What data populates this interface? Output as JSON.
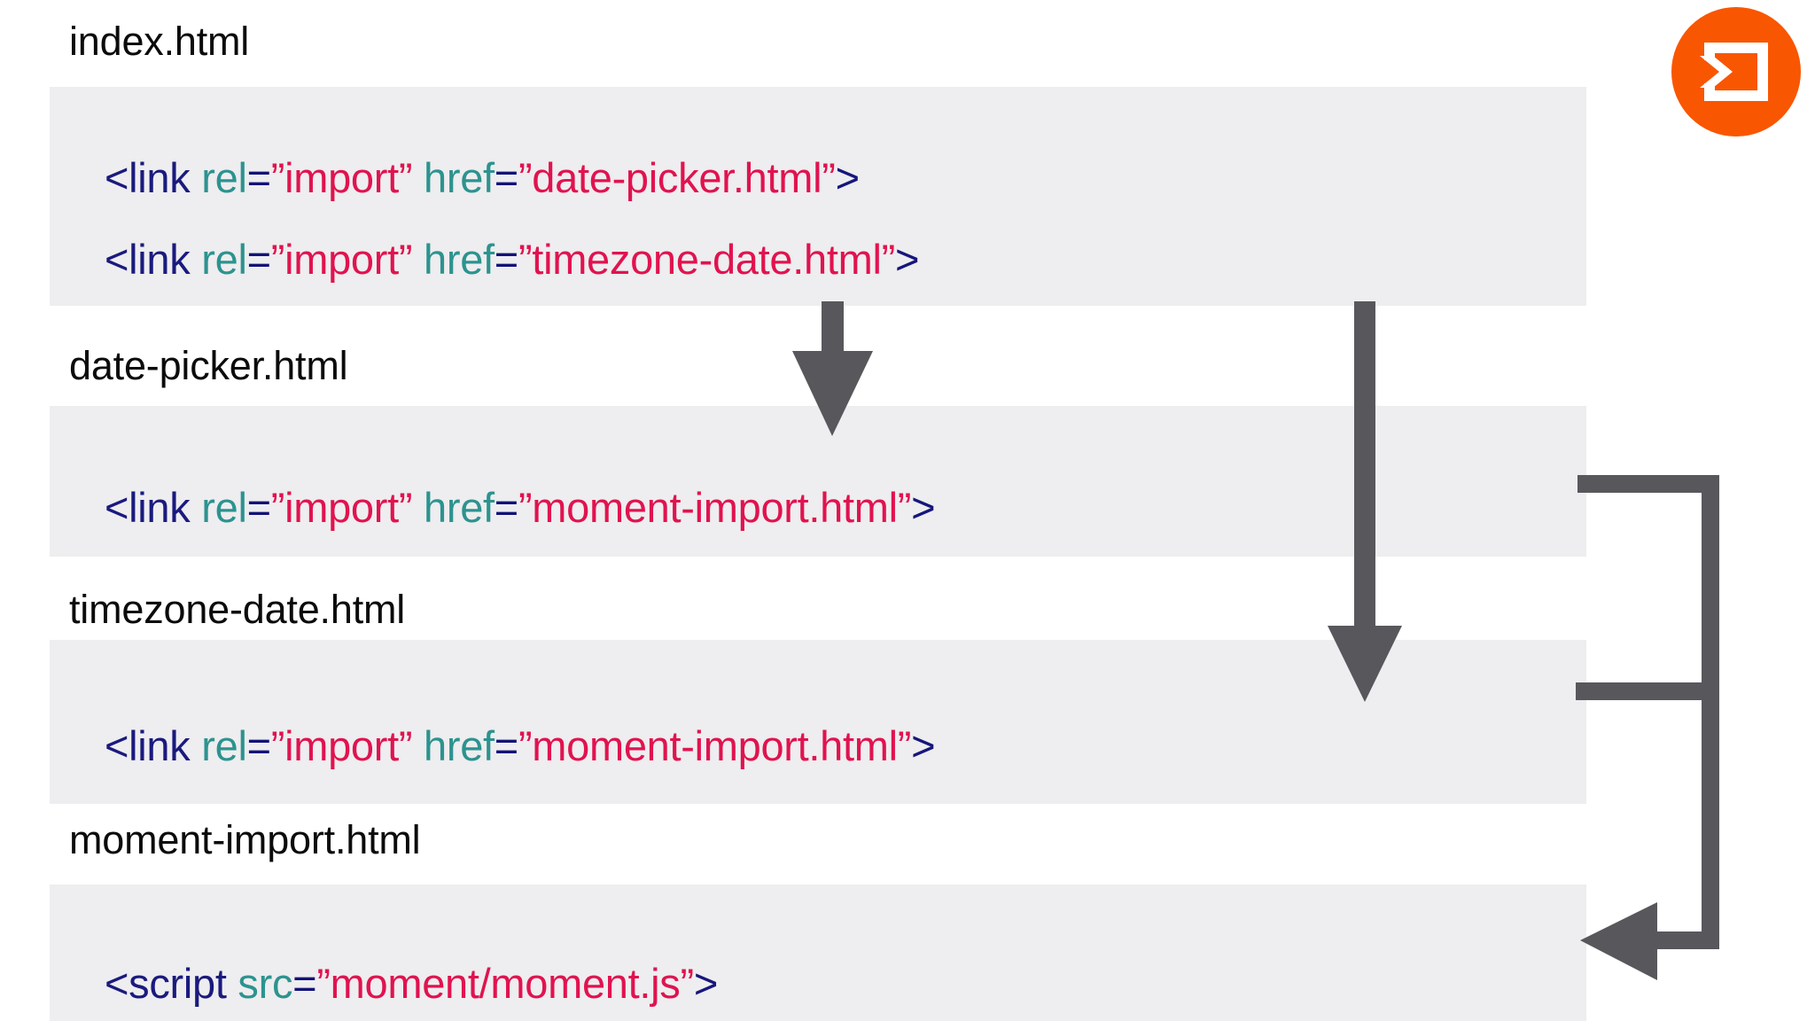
{
  "page": {
    "title": "HTML Imports dependency de-duplication diagram",
    "background_color": "#ffffff",
    "code_block_color": "#eeedef",
    "arrow_color": "#58575b",
    "label_color": "#0b0b0b"
  },
  "logo": {
    "name": "import-arrow-logo",
    "shape": "circle",
    "background_color": "#f95601",
    "glyph_color": "#ffffff",
    "description": "white square bracket with right-pointing chevron entering it"
  },
  "syntax_colors": {
    "tag": "#1a1a7e",
    "attribute": "#2c938f",
    "equals": "#121278",
    "string": "#e0134f",
    "bracket": "#16167c"
  },
  "sections": [
    {
      "id": "index",
      "label": "index.html",
      "lines": [
        {
          "tag": "<link",
          "attr1": "rel",
          "eq1": "=",
          "val1": "”import”",
          "attr2": "href",
          "eq2": "=",
          "val2": "”date-picker.html”",
          "gt": ">"
        },
        {
          "tag": "<link",
          "attr1": "rel",
          "eq1": "=",
          "val1": "”import”",
          "attr2": "href",
          "eq2": "=",
          "val2": "”timezone-date.html”",
          "gt": ">"
        }
      ]
    },
    {
      "id": "date-picker",
      "label": "date-picker.html",
      "lines": [
        {
          "tag": "<link",
          "attr1": "rel",
          "eq1": "=",
          "val1": "”import”",
          "attr2": "href",
          "eq2": "=",
          "val2": "”moment-import.html”",
          "gt": ">"
        }
      ]
    },
    {
      "id": "timezone-date",
      "label": "timezone-date.html",
      "lines": [
        {
          "tag": "<link",
          "attr1": "rel",
          "eq1": "=",
          "val1": "”import”",
          "attr2": "href",
          "eq2": "=",
          "val2": "”moment-import.html”",
          "gt": ">"
        }
      ]
    },
    {
      "id": "moment-import",
      "label": "moment-import.html",
      "lines": [
        {
          "tag": "<script",
          "attr1": "src",
          "eq1": "=",
          "val1": "”moment/moment.js”",
          "attr2": "",
          "eq2": "",
          "val2": "",
          "gt": ">"
        }
      ]
    }
  ],
  "connectors": [
    {
      "name": "arrow-index-to-date-picker",
      "kind": "down-arrow",
      "from": "index.html",
      "to": "date-picker.html"
    },
    {
      "name": "arrow-index-to-timezone-date",
      "kind": "long-down-arrow",
      "from": "index.html",
      "to": "timezone-date.html"
    },
    {
      "name": "bracket-imports-to-moment-import",
      "kind": "merge-bracket-left-arrow",
      "from": "date-picker.html and timezone-date.html",
      "to": "moment-import.html"
    }
  ]
}
